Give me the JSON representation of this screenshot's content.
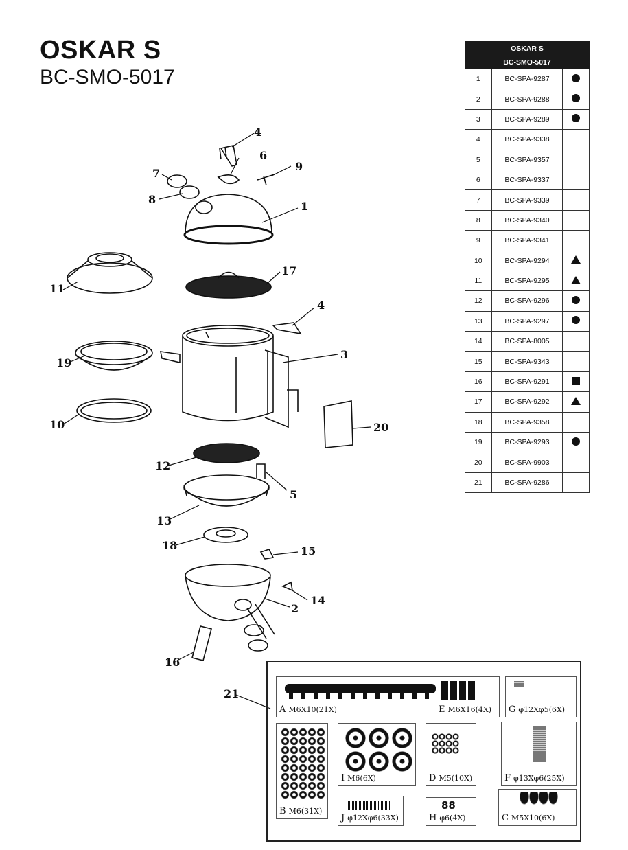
{
  "header": {
    "title": "OSKAR S",
    "model": "BC-SMO-5017"
  },
  "table": {
    "header_line1": "OSKAR S",
    "header_line2": "BC-SMO-5017",
    "rows": [
      {
        "num": "1",
        "code": "BC-SPA-9287",
        "mark": "circle"
      },
      {
        "num": "2",
        "code": "BC-SPA-9288",
        "mark": "circle"
      },
      {
        "num": "3",
        "code": "BC-SPA-9289",
        "mark": "circle"
      },
      {
        "num": "4",
        "code": "BC-SPA-9338",
        "mark": ""
      },
      {
        "num": "5",
        "code": "BC-SPA-9357",
        "mark": ""
      },
      {
        "num": "6",
        "code": "BC-SPA-9337",
        "mark": ""
      },
      {
        "num": "7",
        "code": "BC-SPA-9339",
        "mark": ""
      },
      {
        "num": "8",
        "code": "BC-SPA-9340",
        "mark": ""
      },
      {
        "num": "9",
        "code": "BC-SPA-9341",
        "mark": ""
      },
      {
        "num": "10",
        "code": "BC-SPA-9294",
        "mark": "triangle"
      },
      {
        "num": "11",
        "code": "BC-SPA-9295",
        "mark": "triangle"
      },
      {
        "num": "12",
        "code": "BC-SPA-9296",
        "mark": "circle"
      },
      {
        "num": "13",
        "code": "BC-SPA-9297",
        "mark": "circle"
      },
      {
        "num": "14",
        "code": "BC-SPA-8005",
        "mark": ""
      },
      {
        "num": "15",
        "code": "BC-SPA-9343",
        "mark": ""
      },
      {
        "num": "16",
        "code": "BC-SPA-9291",
        "mark": "square"
      },
      {
        "num": "17",
        "code": "BC-SPA-9292",
        "mark": "triangle"
      },
      {
        "num": "18",
        "code": "BC-SPA-9358",
        "mark": ""
      },
      {
        "num": "19",
        "code": "BC-SPA-9293",
        "mark": "circle"
      },
      {
        "num": "20",
        "code": "BC-SPA-9903",
        "mark": ""
      },
      {
        "num": "21",
        "code": "BC-SPA-9286",
        "mark": ""
      }
    ]
  },
  "diagram": {
    "callouts": {
      "c4a": "4",
      "c6": "6",
      "c9": "9",
      "c7": "7",
      "c8": "8",
      "c1": "1",
      "c11": "11",
      "c17": "17",
      "c4b": "4",
      "c19": "19",
      "c3": "3",
      "c10": "10",
      "c20": "20",
      "c12": "12",
      "c5": "5",
      "c13": "13",
      "c18": "18",
      "c15": "15",
      "c14": "14",
      "c2": "2",
      "c16": "16",
      "c21": "21"
    }
  },
  "hardware": {
    "A": {
      "letter": "A",
      "spec": "M6X10(21X)"
    },
    "E": {
      "letter": "E",
      "spec": "M6X16(4X)"
    },
    "G": {
      "letter": "G",
      "spec": "φ12Xφ5(6X)"
    },
    "B": {
      "letter": "B",
      "spec": "M6(31X)"
    },
    "I": {
      "letter": "I",
      "spec": "M6(6X)"
    },
    "D": {
      "letter": "D",
      "spec": "M5(10X)"
    },
    "F": {
      "letter": "F",
      "spec": "φ13Xφ6(25X)"
    },
    "J": {
      "letter": "J",
      "spec": "φ12Xφ6(33X)"
    },
    "H": {
      "letter": "H",
      "spec": "φ6(4X)"
    },
    "C": {
      "letter": "C",
      "spec": "M5X10(6X)"
    }
  }
}
